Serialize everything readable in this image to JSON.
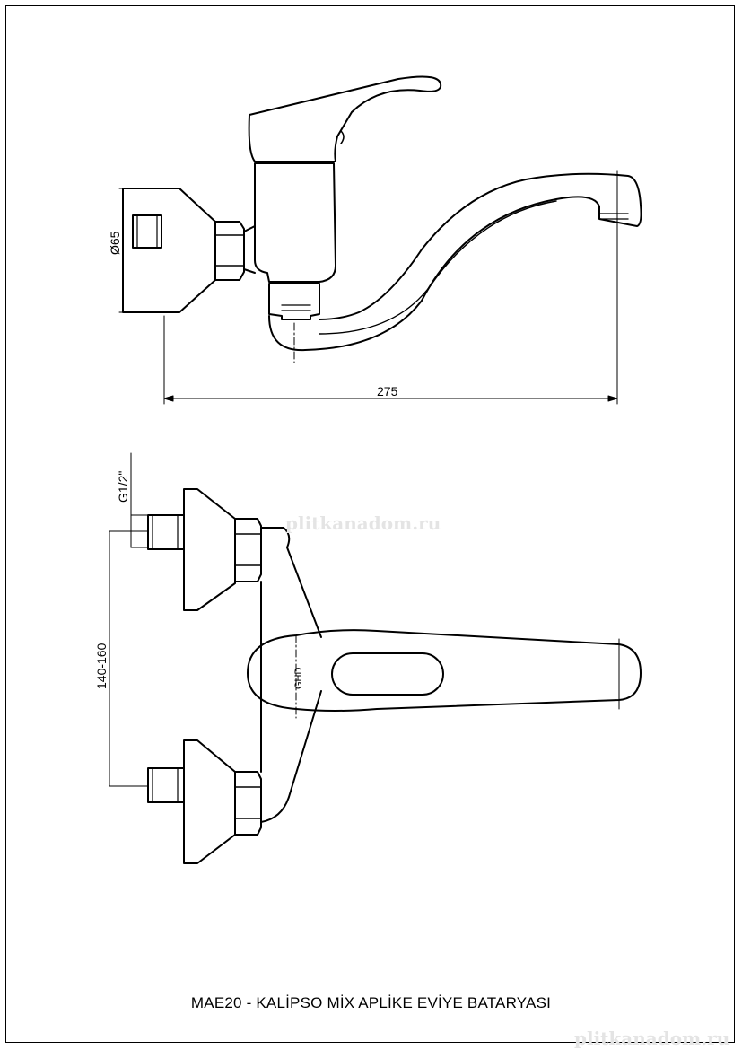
{
  "drawing": {
    "title": "MAE20 - KALİPSO MİX APLİKE EVİYE BATARYASI",
    "watermark": "plitkanadom.ru",
    "dimensions": {
      "diameter": "Ø65",
      "length": "275",
      "thread": "G1/2\"",
      "spacing": "140-160"
    },
    "lever_logo": "GHD"
  },
  "colors": {
    "line": "#000000",
    "background": "#ffffff",
    "watermark": "#e4e4e4"
  }
}
